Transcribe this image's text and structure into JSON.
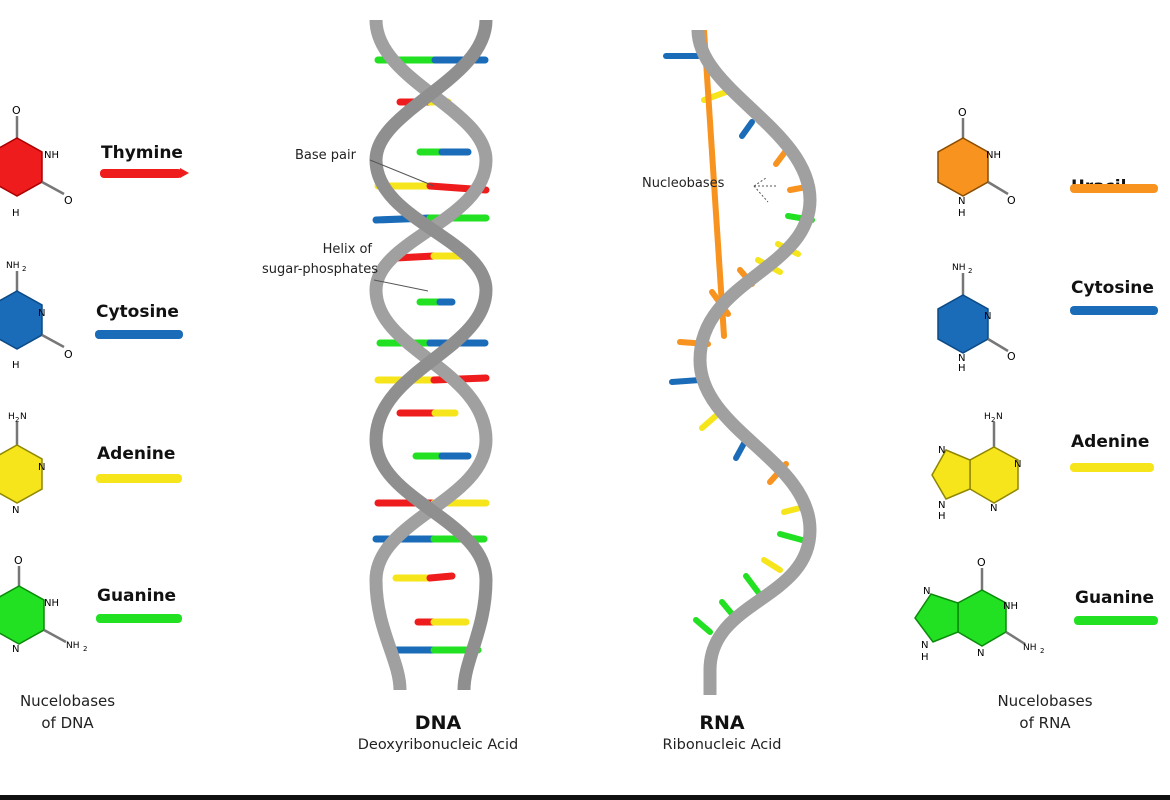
{
  "colors": {
    "thymine": "#ee1c1c",
    "cytosine": "#1a6bb8",
    "adenine": "#f5e51a",
    "guanine": "#22e022",
    "uracil": "#f7931e",
    "backbone": "#a0a0a0"
  },
  "dna_bases": {
    "caption_line1": "Nucelobases",
    "caption_line2": "of DNA",
    "items": [
      {
        "name": "Thymine",
        "color": "#ee1c1c",
        "atoms": [
          "O",
          "NH",
          "O",
          "H"
        ]
      },
      {
        "name": "Cytosine",
        "color": "#1a6bb8",
        "atoms": [
          "NH2",
          "N",
          "O",
          "H"
        ]
      },
      {
        "name": "Adenine",
        "color": "#f5e51a",
        "atoms": [
          "H2N",
          "N",
          "N"
        ]
      },
      {
        "name": "Guanine",
        "color": "#22e022",
        "atoms": [
          "O",
          "NH",
          "NH2",
          "N"
        ]
      }
    ]
  },
  "rna_bases": {
    "caption_line1": "Nucelobases",
    "caption_line2": "of RNA",
    "items": [
      {
        "name": "Uracil",
        "color": "#f7931e",
        "atoms": [
          "O",
          "NH",
          "O",
          "H"
        ]
      },
      {
        "name": "Cytosine",
        "color": "#1a6bb8",
        "atoms": [
          "NH2",
          "N",
          "O",
          "H"
        ]
      },
      {
        "name": "Adenine",
        "color": "#f5e51a",
        "atoms": [
          "H2N",
          "N",
          "N",
          "N",
          "H"
        ]
      },
      {
        "name": "Guanine",
        "color": "#22e022",
        "atoms": [
          "O",
          "NH",
          "NH2",
          "N",
          "N",
          "H"
        ]
      }
    ]
  },
  "dna": {
    "title": "DNA",
    "subtitle": "Deoxyribonucleic Acid",
    "annotations": {
      "base_pair": "Base pair",
      "helix_line1": "Helix of",
      "helix_line2": "sugar-phosphates"
    }
  },
  "rna": {
    "title": "RNA",
    "subtitle": "Ribonucleic Acid",
    "annotations": {
      "nucleobases": "Nucleobases"
    }
  }
}
